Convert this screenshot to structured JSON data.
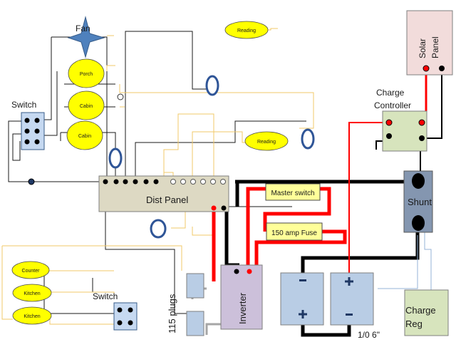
{
  "components": {
    "fan": "Fan",
    "reading_top": "Reading",
    "reading_mid": "Reading",
    "porch": "Porch",
    "cabin_1": "Cabin",
    "cabin_2": "Cabin",
    "switch_top": "Switch",
    "switch_bottom": "Switch",
    "counter": "Counter",
    "kitchen_1": "Kitchen",
    "kitchen_2": "Kitchen",
    "dist_panel": "Dist Panel",
    "master_switch": "Master switch",
    "fuse": "150 amp Fuse",
    "inverter": "Inverter",
    "plugs": "115 plugs",
    "shunt": "Shunt",
    "solar_panel_1": "Solar",
    "solar_panel_2": "Panel",
    "charge_controller_1": "Charge",
    "charge_controller_2": "Controller",
    "charge_reg_1": "Charge",
    "charge_reg_2": "Reg",
    "cable_spec": "1/0 6\""
  },
  "colors": {
    "lamp_fill": "#ffff00",
    "panel_fill": "#ddd9c3",
    "battery_fill": "#b9cde5",
    "inverter_fill": "#ccc0da",
    "solar_fill": "#f2dcdb",
    "controller_fill": "#d7e4bd",
    "shunt_fill": "#8496b0",
    "switch_fill": "#c6d9f1",
    "fuse_fill": "#ffff99",
    "dc_positive": "#ff0000",
    "dc_negative": "#000000",
    "ac_wire": "#f2c968",
    "fan_blue": "#4f81bd"
  }
}
